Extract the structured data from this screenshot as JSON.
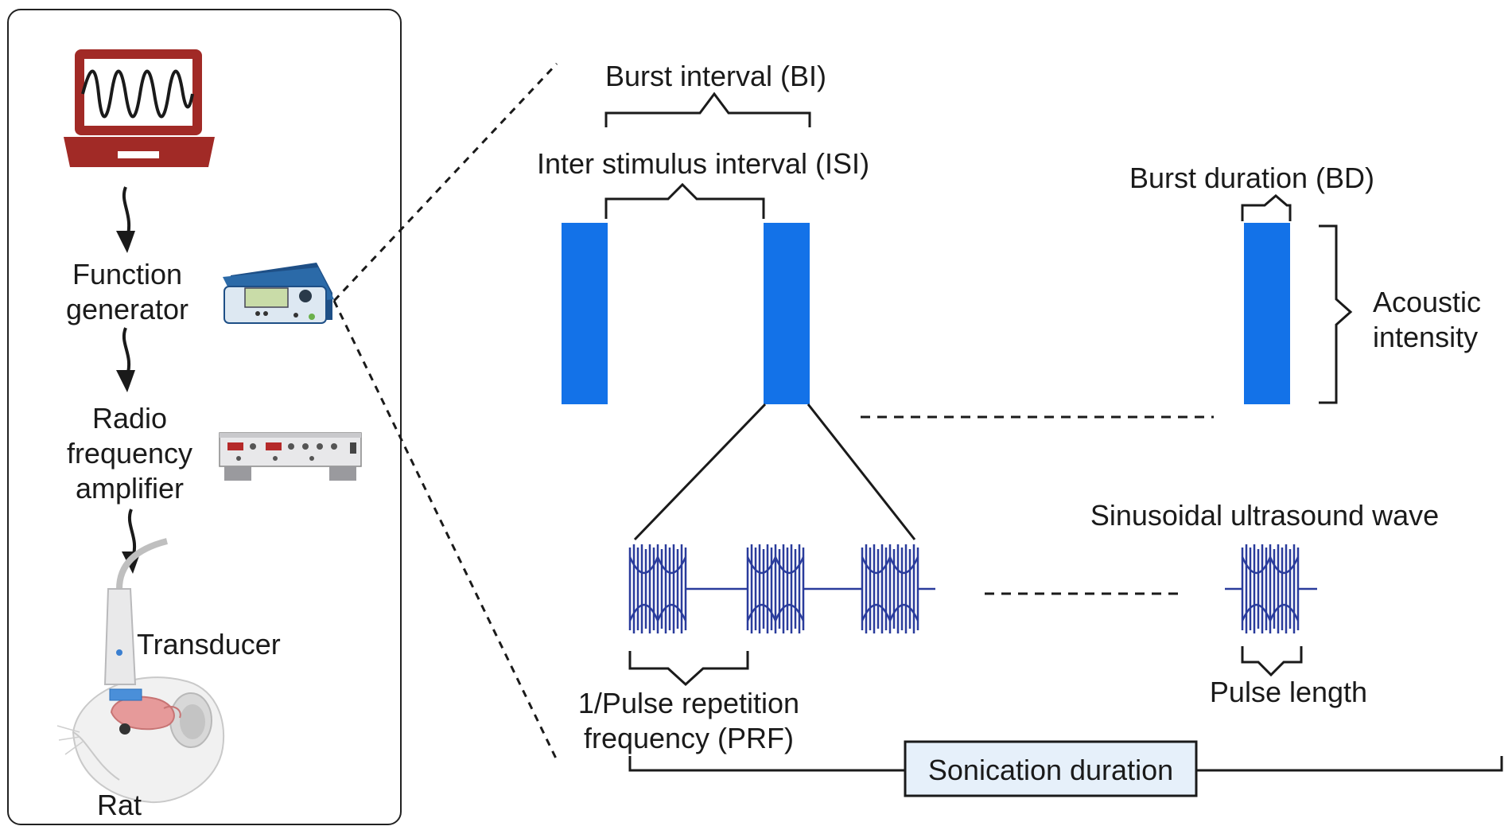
{
  "setup_panel": {
    "steps": {
      "function_generator_line1": "Function",
      "function_generator_line2": "generator",
      "amplifier_line1": "Radio",
      "amplifier_line2": "frequency",
      "amplifier_line3": "amplifier",
      "transducer": "Transducer",
      "rat": "Rat"
    }
  },
  "timing_diagram": {
    "burst_interval": "Burst interval (BI)",
    "inter_stimulus_interval": "Inter stimulus interval (ISI)",
    "burst_duration": "Burst duration (BD)",
    "acoustic_intensity_line1": "Acoustic",
    "acoustic_intensity_line2": "intensity",
    "sinusoidal_wave": "Sinusoidal ultrasound wave",
    "prf_line1": "1/Pulse repetition",
    "prf_line2": "frequency (PRF)",
    "pulse_length": "Pulse length",
    "sonication_duration": "Sonication duration"
  },
  "colors": {
    "burst_blue": "#1372e8",
    "wave_blue": "#2a3c9c",
    "laptop_red": "#a12a26",
    "label_box_fill": "#e6f0fa"
  }
}
